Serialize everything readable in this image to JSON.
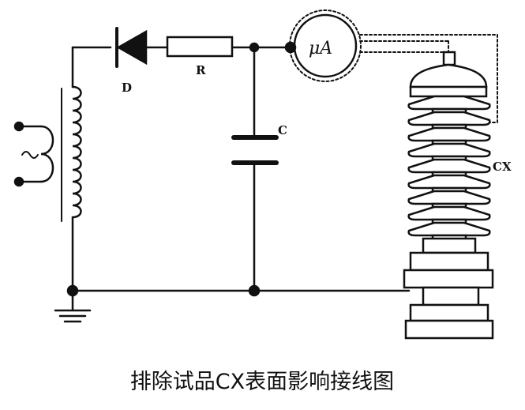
{
  "labels": {
    "diode": "D",
    "resistor": "R",
    "capacitor": "C",
    "meter": "μA",
    "specimen": "CX"
  },
  "caption": "排除试品CX表面影响接线图"
}
